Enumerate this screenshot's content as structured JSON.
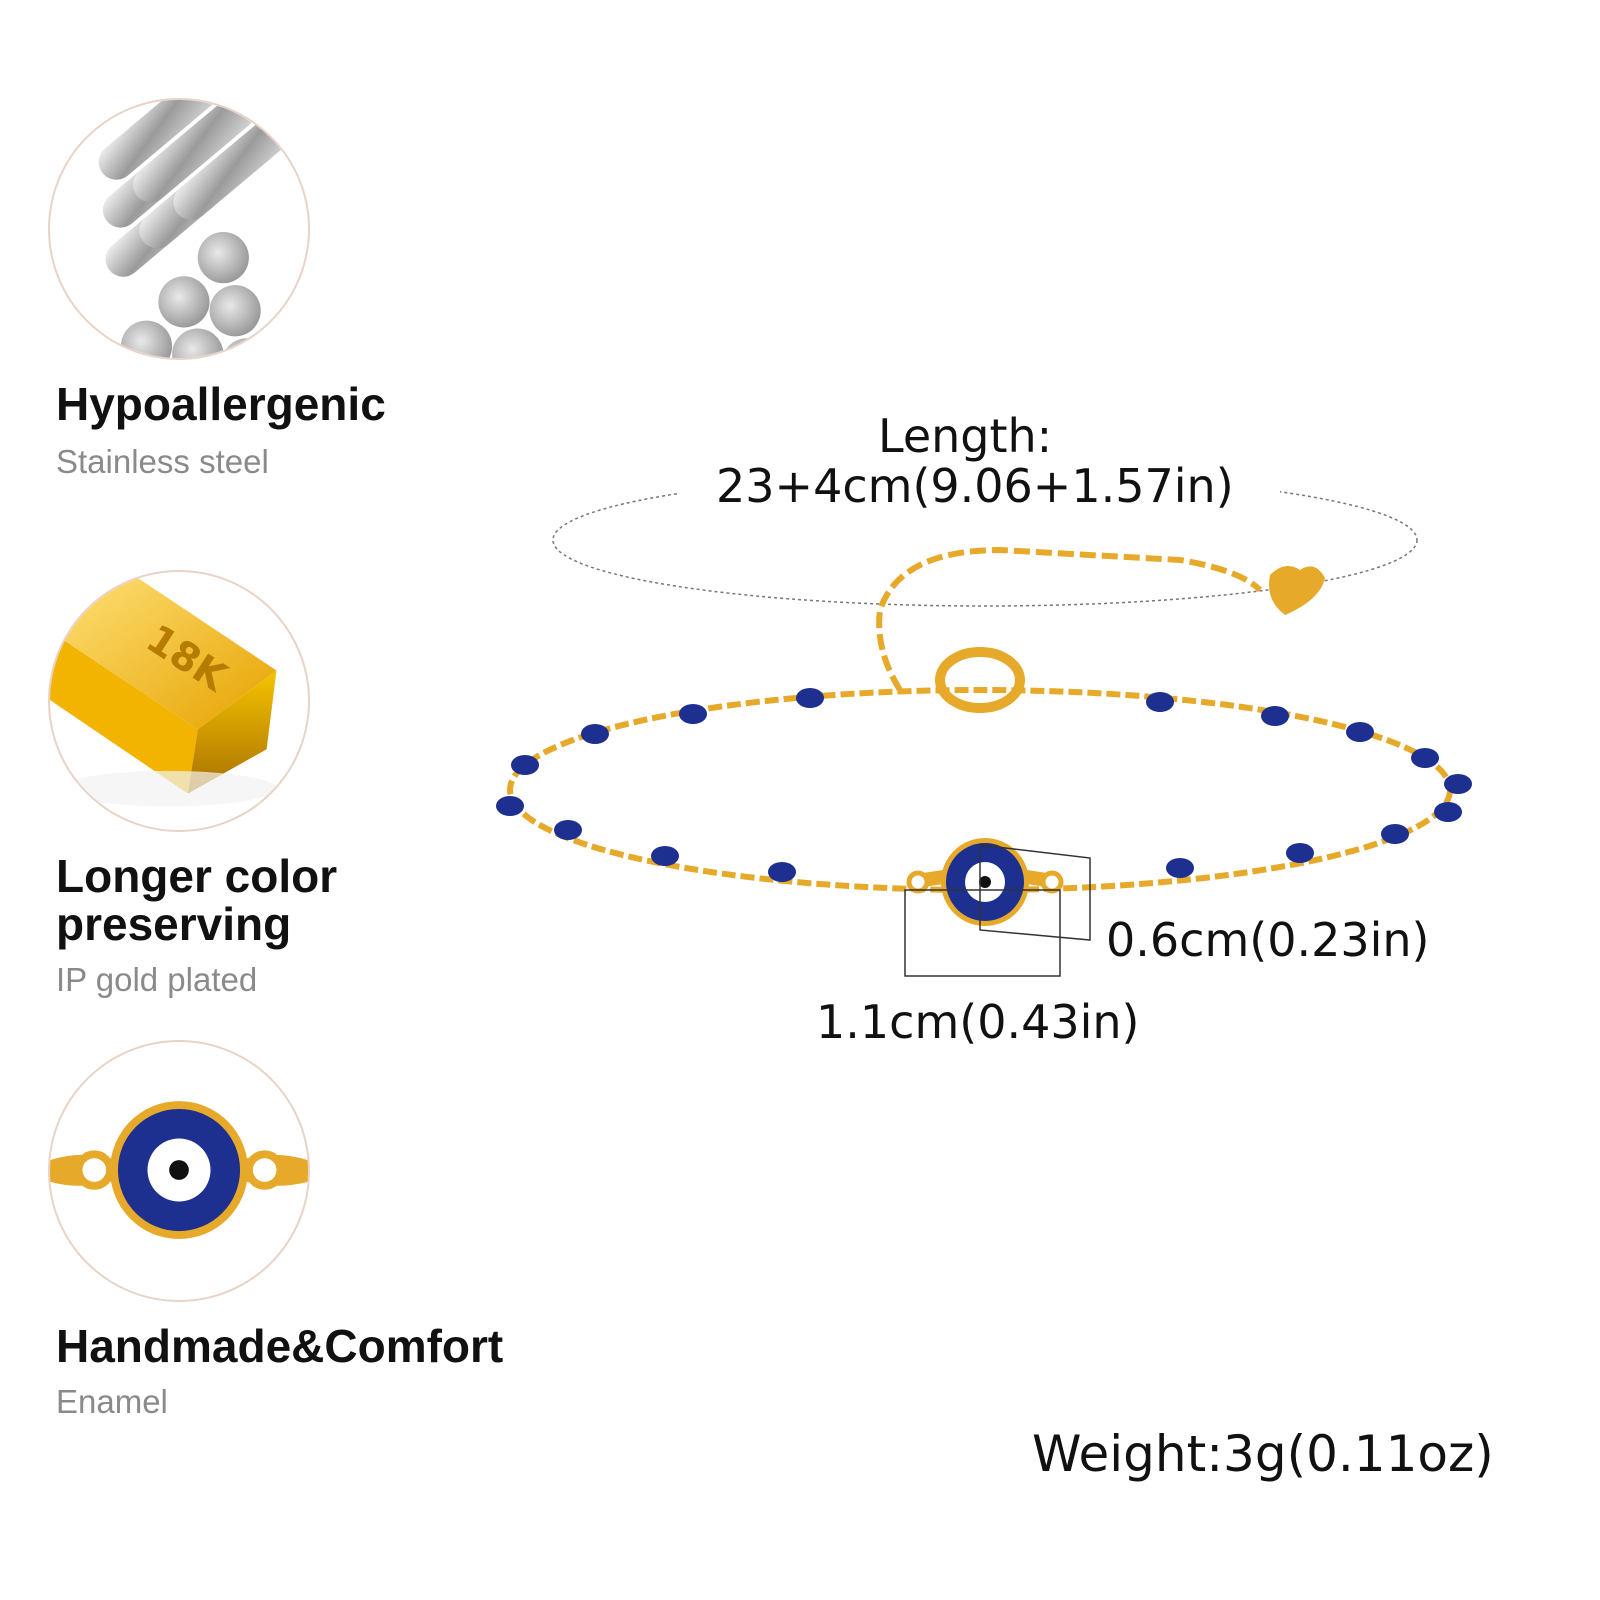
{
  "features": [
    {
      "title": "Hypoallergenic",
      "subtitle": "Stainless steel",
      "icon": "steel-rods-icon"
    },
    {
      "title_line1": "Longer color",
      "title_line2": "preserving",
      "subtitle": "IP gold plated",
      "icon": "gold-bar-icon",
      "bar_label": "18K"
    },
    {
      "title": "Handmade&Comfort",
      "subtitle": "Enamel",
      "icon": "evil-eye-icon"
    }
  ],
  "specs": {
    "length_label": "Length:",
    "length_value": "23+4cm(9.06+1.57in)",
    "charm_height": "0.6cm(0.23in)",
    "charm_width": "1.1cm(0.43in)",
    "weight": "Weight:3g(0.11oz)"
  },
  "colors": {
    "gold": "#e6a92a",
    "enamel_blue": "#1d2f8f",
    "circle_border": "#e8d3c6",
    "subtitle_gray": "#8a8a8a"
  }
}
